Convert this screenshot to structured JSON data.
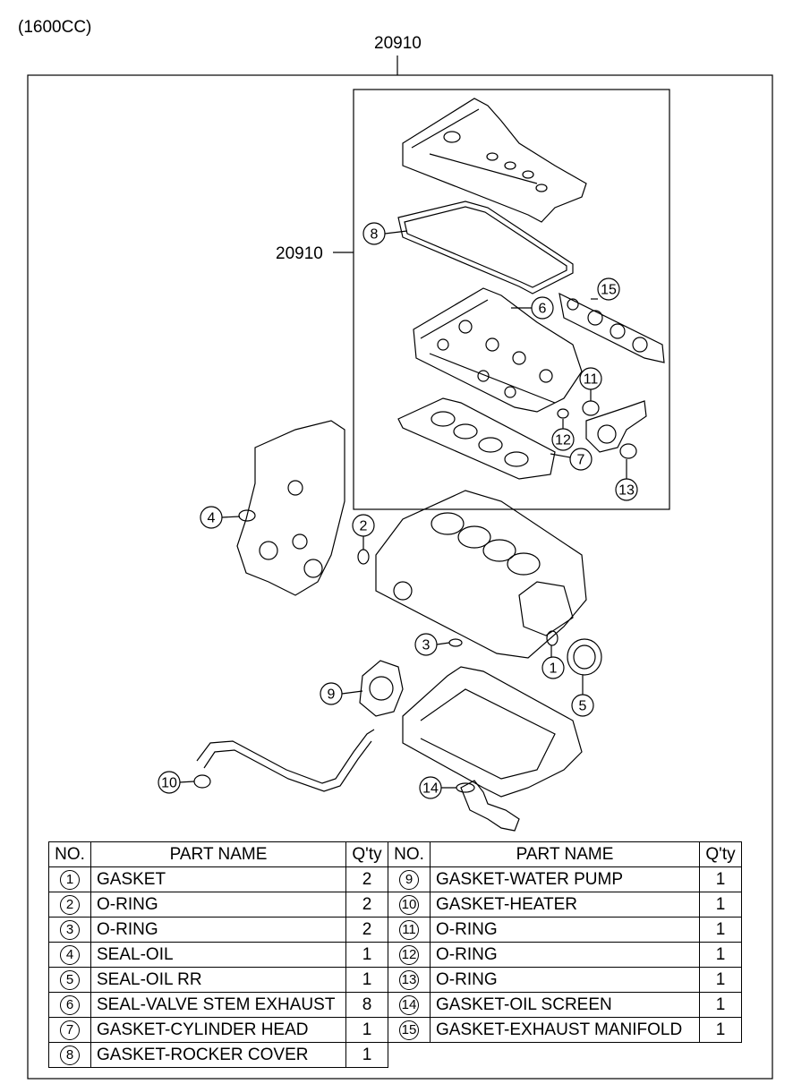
{
  "header": {
    "engine": "(1600CC)",
    "assembly_top": "20910",
    "assembly_side": "20910"
  },
  "callouts": [
    "1",
    "2",
    "3",
    "4",
    "5",
    "6",
    "7",
    "8",
    "9",
    "10",
    "11",
    "12",
    "13",
    "14",
    "15"
  ],
  "table": {
    "headers": {
      "no": "NO.",
      "part_name": "PART NAME",
      "qty": "Q'ty"
    },
    "left": [
      {
        "no": "1",
        "name": "GASKET",
        "qty": "2"
      },
      {
        "no": "2",
        "name": "O-RING",
        "qty": "2"
      },
      {
        "no": "3",
        "name": "O-RING",
        "qty": "2"
      },
      {
        "no": "4",
        "name": "SEAL-OIL",
        "qty": "1"
      },
      {
        "no": "5",
        "name": "SEAL-OIL RR",
        "qty": "1"
      },
      {
        "no": "6",
        "name": "SEAL-VALVE STEM EXHAUST",
        "qty": "8"
      },
      {
        "no": "7",
        "name": "GASKET-CYLINDER HEAD",
        "qty": "1"
      },
      {
        "no": "8",
        "name": "GASKET-ROCKER COVER",
        "qty": "1"
      }
    ],
    "right": [
      {
        "no": "9",
        "name": "GASKET-WATER PUMP",
        "qty": "1"
      },
      {
        "no": "10",
        "name": "GASKET-HEATER",
        "qty": "1"
      },
      {
        "no": "11",
        "name": "O-RING",
        "qty": "1"
      },
      {
        "no": "12",
        "name": "O-RING",
        "qty": "1"
      },
      {
        "no": "13",
        "name": "O-RING",
        "qty": "1"
      },
      {
        "no": "14",
        "name": "GASKET-OIL SCREEN",
        "qty": "1"
      },
      {
        "no": "15",
        "name": "GASKET-EXHAUST MANIFOLD",
        "qty": "1"
      }
    ]
  }
}
